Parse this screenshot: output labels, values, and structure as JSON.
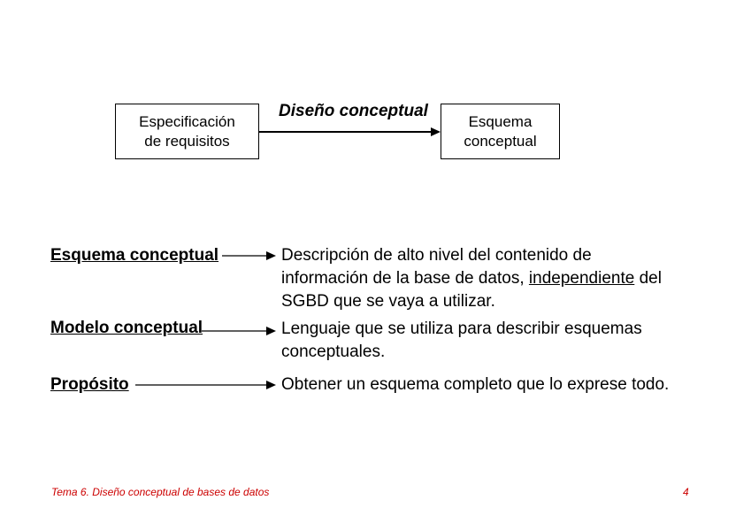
{
  "diagram": {
    "left_box": [
      "Especificación",
      "de requisitos"
    ],
    "process_label": "Diseño conceptual",
    "right_box": [
      "Esquema",
      "conceptual"
    ]
  },
  "definitions": [
    {
      "term": "Esquema conceptual",
      "line1": "Descripción de alto nivel del contenido de",
      "line2_before": "información de la base de datos, ",
      "line2_underlined": "independiente",
      "line2_after": " del",
      "line3": "SGBD que se vaya a utilizar."
    },
    {
      "term": "Modelo conceptual",
      "line1": "Lenguaje que se utiliza para describir esquemas",
      "line2": "conceptuales."
    },
    {
      "term": "Propósito",
      "line1": "Obtener un esquema completo que lo exprese todo."
    }
  ],
  "footer": {
    "title": "Tema 6. Diseño conceptual de bases de datos",
    "page_number": "4"
  },
  "colors": {
    "footer_text": "#cc0000",
    "text": "#000000",
    "background": "#ffffff"
  }
}
